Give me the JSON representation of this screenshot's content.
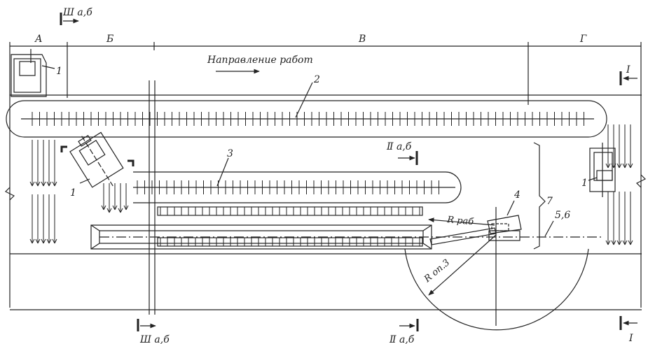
{
  "zones": {
    "a": "А",
    "b": "Б",
    "v": "В",
    "g": "Г"
  },
  "direction_label": "Направление работ",
  "numbers": {
    "n1_left": "1",
    "n1_mid": "1",
    "n1_right": "1",
    "n2": "2",
    "n3": "3",
    "n4": "4",
    "n56": "5,6",
    "n7": "7"
  },
  "sections": {
    "iii_top": "Ш а,б",
    "iii_bottom": "Ш а,б",
    "ii_top": "Ⅱ а,б",
    "ii_bottom": "Ⅱ а,б",
    "i_top": "I",
    "i_bottom": "I"
  },
  "radii": {
    "r_work": "R раб",
    "r_support": "R оп.3"
  },
  "colors": {
    "ink": "#222222",
    "background": "#ffffff"
  }
}
